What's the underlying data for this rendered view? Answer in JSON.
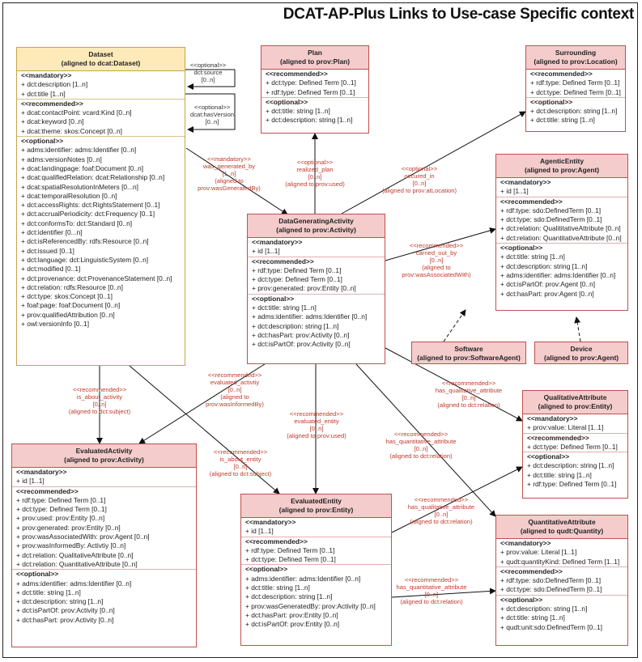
{
  "title": "DCAT-AP-Plus Links to Use-case Specific context",
  "boxes": {
    "dataset": {
      "name": "Dataset",
      "aligned": "(aligned to dcat:Dataset)",
      "rows": [
        {
          "t": "<<mandatory>>",
          "s": 1
        },
        {
          "t": "+ dct:description [1..n]"
        },
        {
          "t": "+ dct:title [1..n]"
        },
        {
          "t": "<<recommended>>",
          "s": 1
        },
        {
          "t": "+ dcat:contactPoint: vcard:Kind [0..n]"
        },
        {
          "t": "+ dcat:keyword [0..n]"
        },
        {
          "t": "+ dcat:theme: skos:Concept [0..n]"
        },
        {
          "t": "<<optional>>",
          "s": 1
        },
        {
          "t": "+ adms:identifier: adms:Identifier [0..n]"
        },
        {
          "t": "+ adms:versionNotes [0..n]"
        },
        {
          "t": "+ dcat:landingpage: foaf:Document [0..n]"
        },
        {
          "t": "+ dcat:qualifiedRelation: dcat:Relationship [0..n]"
        },
        {
          "t": "+ dcat:spatialResolutionInMeters [0...n]"
        },
        {
          "t": "+ dcat:temporalResolution [0..n]"
        },
        {
          "t": "+ dct:accessRights: dct:RightsStatement [0..1]"
        },
        {
          "t": "+ dct:accrualPeriodicity: dct:Frequency [0..1]"
        },
        {
          "t": "+ dct:conformsTo: dct:Standard [0..n]"
        },
        {
          "t": "+ dct:identifier [0...n]"
        },
        {
          "t": "+ dct:isReferencedBy: rdfs:Resource [0..n]"
        },
        {
          "t": "+ dct:issued [0..1]"
        },
        {
          "t": "+ dct:language: dct:LinguisticSystem [0..n]"
        },
        {
          "t": "+ dct:modified [0..1]"
        },
        {
          "t": "+ dct:provenance: dct:ProvenanceStatement [0..n]"
        },
        {
          "t": "+ dct:relation: rdfs:Resource [0..n]"
        },
        {
          "t": "+ dct:type: skos:Concept [0..1]"
        },
        {
          "t": "+ foaf:page: foaf:Document [0..n]"
        },
        {
          "t": "+ prov:qualifiedAttribution [0..n]"
        },
        {
          "t": "+ owl:versionInfo [0..1]"
        }
      ]
    },
    "plan": {
      "name": "Plan",
      "aligned": "(aligned to prov:Plan)",
      "rows": [
        {
          "t": "<<recommended>>",
          "s": 1
        },
        {
          "t": "+ dct:type: Defined Term [0..1]"
        },
        {
          "t": "+ rdf:type: Defined Term [0..1]"
        },
        {
          "t": "<<optional>>",
          "s": 1
        },
        {
          "t": "+ dct:title: string [1..n]"
        },
        {
          "t": "+ dct:description: string [1..n]"
        }
      ]
    },
    "surrounding": {
      "name": "Surrounding",
      "aligned": "(aligned to prov:Location)",
      "rows": [
        {
          "t": "<<recommended>>",
          "s": 1
        },
        {
          "t": "+ rdf:type: Defined Term [0..1]"
        },
        {
          "t": "+ dct:type: Defined Term [0..1]"
        },
        {
          "t": "<<optional>>",
          "s": 1
        },
        {
          "t": "+ dct:description: string [1..n]"
        },
        {
          "t": "+ dct:title: string [1..n]"
        }
      ]
    },
    "agentic": {
      "name": "AgenticEntity",
      "aligned": "(aligned to prov:Agent)",
      "rows": [
        {
          "t": "<<mandatory>>",
          "s": 1
        },
        {
          "t": "+ id [1..1]"
        },
        {
          "t": "<<recommended>>",
          "s": 1
        },
        {
          "t": "+ rdf:type: sdo:DefinedTerm [0..1]"
        },
        {
          "t": "+ dct:type: sdo:DefinedTerm [0..1]"
        },
        {
          "t": "+ dct:relation: QualititativeAttribute [0..n]"
        },
        {
          "t": "+ dct:relation: QuantitativeAttribute [0..n]"
        },
        {
          "t": "<<optional>>",
          "s": 1
        },
        {
          "t": "+ dct:title: string [1..n]"
        },
        {
          "t": "+ dct:description: string [1..n]"
        },
        {
          "t": "+ adms:identifier: adms:Identifier [0..n]"
        },
        {
          "t": "+ dct:isPartOf: prov:Agent [0..n]"
        },
        {
          "t": "+ dct:hasPart: prov:Agent [0..n]"
        }
      ]
    },
    "dga": {
      "name": "DataGeneratingActivity",
      "aligned": "(aligned to prov:Activity)",
      "rows": [
        {
          "t": "<<mandatory>>",
          "s": 1
        },
        {
          "t": "+ id [1..1]"
        },
        {
          "t": "<<recommended>>",
          "s": 1
        },
        {
          "t": "+ rdf:type: Defined Term [0..1]"
        },
        {
          "t": "+ dct:type: Defined Term [0..1]"
        },
        {
          "t": "+ prov:generated: prov:Entity [0..n]"
        },
        {
          "t": "<<optional>>",
          "s": 1
        },
        {
          "t": "+ dct:title: string [1..n]"
        },
        {
          "t": "+ adms:identifier: adms:Identifier [0..n]"
        },
        {
          "t": "+ dct:description: string [1..n]"
        },
        {
          "t": "+ dct:hasPart: prov:Activity [0..n]"
        },
        {
          "t": "+ dct:isPartOf: prov:Activity [0..n]"
        }
      ]
    },
    "software": {
      "name": "Software",
      "aligned": "(aligned to prov:SoftwareAgent)",
      "rows": []
    },
    "device": {
      "name": "Device",
      "aligned": "(aligned to prov:Agent)",
      "rows": []
    },
    "qual": {
      "name": "QualitativeAttribute",
      "aligned": "(aligned to prov:Entity)",
      "rows": [
        {
          "t": "<<mandatory>>",
          "s": 1
        },
        {
          "t": "+ prov:value: Literal [1..1]"
        },
        {
          "t": "<<recommended>>",
          "s": 1
        },
        {
          "t": "+ dct:type: Defined Term [0..1]"
        },
        {
          "t": "<<optional>>",
          "s": 1
        },
        {
          "t": "+ dct:description: string [1..n]"
        },
        {
          "t": "+ dct:title: string [1..n]"
        },
        {
          "t": "+ rdf:type: Defined Term [0..1]"
        }
      ]
    },
    "evact": {
      "name": "EvaluatedActivity",
      "aligned": "(aligned to prov:Activity)",
      "rows": [
        {
          "t": "<<mandatory>>",
          "s": 1
        },
        {
          "t": "+ id [1..1]"
        },
        {
          "t": "<<recommended>>",
          "s": 1
        },
        {
          "t": "+ rdf:type: Defined Term [0..1]"
        },
        {
          "t": "+ dct:type: Defined Term [0..1]"
        },
        {
          "t": "+ prov:used: prov:Entity [0..n]"
        },
        {
          "t": "+ prov:generated: prov:Entity [0..n]"
        },
        {
          "t": "+ prov:wasAssociatedWith: prov:Agent [0..n]"
        },
        {
          "t": "+ prov:wasInformedBy: Activtiy [0..n]"
        },
        {
          "t": "+ dct:relation: QualitativeAttribute [0..n]"
        },
        {
          "t": "+ dct:relation: QuantitativeAttribute [0..n]"
        },
        {
          "t": "<<optional>>",
          "s": 1
        },
        {
          "t": "+ adms:identifier: adms:Identifier [0..n]"
        },
        {
          "t": "+ dct:title: string [1..n]"
        },
        {
          "t": "+ dct:description: string [1..n]"
        },
        {
          "t": "+ dct:isPartOf: prov:Activity [0..n]"
        },
        {
          "t": "+ dct:hasPart: prov:Activity [0..n]"
        }
      ]
    },
    "event": {
      "name": "EvaluatedEntity",
      "aligned": "(aligned to prov:Entity)",
      "rows": [
        {
          "t": "<<mandatory>>",
          "s": 1
        },
        {
          "t": "+ id [1..1]"
        },
        {
          "t": "<<recommended>>",
          "s": 1
        },
        {
          "t": "+ rdf:type: Defined Term [0..1]"
        },
        {
          "t": "+ dct:type: Defined Term [0..1]"
        },
        {
          "t": "<<optional>>",
          "s": 1
        },
        {
          "t": "+ adms:identifier: adms:Identifier [0..n]"
        },
        {
          "t": "+ dct:title: string [1..n]"
        },
        {
          "t": "+ dct:description: string [1..n]"
        },
        {
          "t": "+ prov:wasGeneratedBy: prov:Activity [0..n]"
        },
        {
          "t": "+ dct:hasPart: prov:Entity [0..n]"
        },
        {
          "t": "+ dct:isPartOf: prov:Entity [0..n]"
        }
      ]
    },
    "quant": {
      "name": "QuantitativeAttribute",
      "aligned": "(aligned to qudt:Quantity)",
      "rows": [
        {
          "t": "<<mandatory>>",
          "s": 1
        },
        {
          "t": "+ prov:value: Literal [1..1]"
        },
        {
          "t": "+ qudt:quantityKind: Defined Term [1..1]"
        },
        {
          "t": "<<recommended>>",
          "s": 1
        },
        {
          "t": "+ rdf:type: sdo:DefinedTerm [0..1]"
        },
        {
          "t": "+ dct:type: sdo:DefinedTerm [0..1]"
        },
        {
          "t": "<<optional>>",
          "s": 1
        },
        {
          "t": "+ dct:description: string [1..n]"
        },
        {
          "t": "+ dct:title: string [1..n]"
        },
        {
          "t": "+ qudt:unit:sdo:DefinedTerm [0..1]"
        }
      ]
    }
  },
  "labels": {
    "source": [
      "<<optional>>",
      "dct:source",
      "[0..n]"
    ],
    "hasversion": [
      "<<optional>>",
      "dcat:hasVersion",
      "[0..n]"
    ],
    "wgb": [
      "<<mandatory>>",
      "was_generated_by",
      "[1..n]",
      "(aligned to",
      "prov:wasGeneratedBy)"
    ],
    "realized": [
      "<<optional>>",
      "realized_plan",
      "[0..n]",
      "(aligned to prov:used)"
    ],
    "occured": [
      "<<optional>>",
      "occured_in",
      "[0..n]",
      "(aligned to prov:atLocation)"
    ],
    "carried": [
      "<<recommended>>",
      "carried_out_by",
      "[0..n]",
      "(aligned to",
      "prov:wasAssociatedWith)"
    ],
    "aboutact": [
      "<<recommended>>",
      "is_about_activity",
      "[0..n]",
      "(aligned to dct:subject)"
    ],
    "evalact": [
      "<<recommended>>",
      "evaluated_activtiy",
      "[0..n]",
      "(aligned to",
      "prov:wasInformedBy)"
    ],
    "evalent": [
      "<<recommended>>",
      "evaluated_entity",
      "[0..n]",
      "(aligned to prov:used)"
    ],
    "aboutent": [
      "<<recommended>>",
      "is_about_entity",
      "[0..n]",
      "(aligned to dct:subject)"
    ],
    "hasqual1": [
      "<<recommended>>",
      "has_qualitative_attribute",
      "[0..n]",
      "(aligned to dct:relation)"
    ],
    "hasquant1": [
      "<<recommended>>",
      "has_quantitative_attribute",
      "[0..n]",
      "(aligned to dct:relation)"
    ],
    "hasqual2": [
      "<<recommended>>",
      "has_qualitative_attribute",
      "[0..n]",
      "(aligned to dct:relation)"
    ],
    "hasquant2": [
      "<<recommended>>",
      "has_quantitative_attribute",
      "[0..n]",
      "(aligned to dct:relation)"
    ]
  }
}
